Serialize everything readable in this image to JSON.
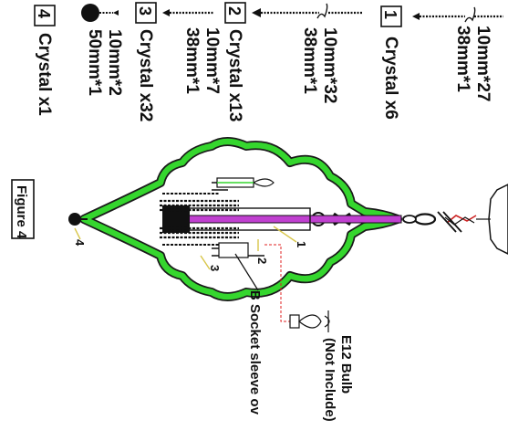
{
  "legend": [
    {
      "num": "1",
      "label": "Crystal x6",
      "sizes": [
        "10mm*27",
        "38mm*1"
      ]
    },
    {
      "num": "2",
      "label": "Crystal x13",
      "sizes": [
        "10mm*32",
        "38mm*1"
      ]
    },
    {
      "num": "3",
      "label": "Crystal x32",
      "sizes": [
        "10mm*7",
        "38mm*1"
      ]
    },
    {
      "num": "4",
      "label": "Crystal x1",
      "sizes": [
        "10mm*2",
        "50mm*1"
      ]
    }
  ],
  "figure_label": "Figure 4",
  "callouts": {
    "bulb": "E12 Bulb",
    "bulb_note": "(Not Include)",
    "socket": "B  Socket sleeve ov"
  },
  "markers": [
    "1",
    "2",
    "3",
    "4"
  ],
  "colors": {
    "frame": "#35d62e",
    "frame_outline": "#1a1a1a",
    "candle_rod": "#c040d0",
    "callout_line": "#e02020",
    "marker_line": "#d8c64a"
  }
}
